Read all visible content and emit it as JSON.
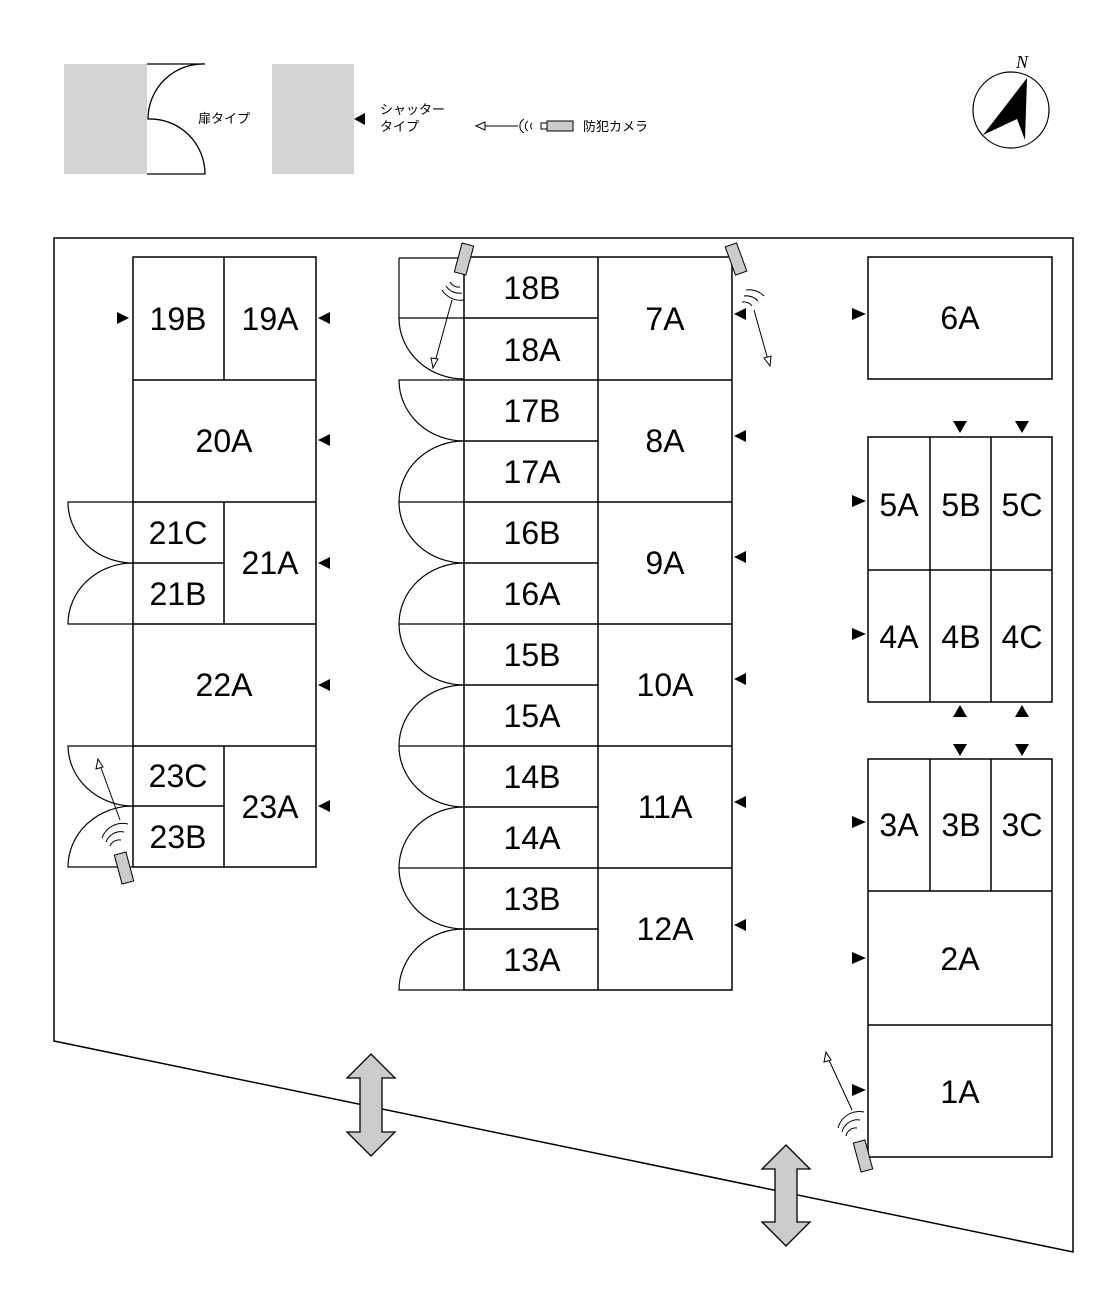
{
  "legend": {
    "door_type": "扉タイプ",
    "shutter_type_line1": "シャッター",
    "shutter_type_line2": "タイプ",
    "camera": "防犯カメラ"
  },
  "compass": {
    "north": "N"
  },
  "units": [
    {
      "id": "1A",
      "label": "1A",
      "entrance": "shutter"
    },
    {
      "id": "2A",
      "label": "2A",
      "entrance": "shutter"
    },
    {
      "id": "3A",
      "label": "3A",
      "entrance": "shutter"
    },
    {
      "id": "3B",
      "label": "3B",
      "entrance": "shutter"
    },
    {
      "id": "3C",
      "label": "3C",
      "entrance": "shutter"
    },
    {
      "id": "4A",
      "label": "4A",
      "entrance": "shutter"
    },
    {
      "id": "4B",
      "label": "4B",
      "entrance": "shutter"
    },
    {
      "id": "4C",
      "label": "4C",
      "entrance": "shutter"
    },
    {
      "id": "5A",
      "label": "5A",
      "entrance": "shutter"
    },
    {
      "id": "5B",
      "label": "5B",
      "entrance": "shutter"
    },
    {
      "id": "5C",
      "label": "5C",
      "entrance": "shutter"
    },
    {
      "id": "6A",
      "label": "6A",
      "entrance": "shutter"
    },
    {
      "id": "7A",
      "label": "7A",
      "entrance": "shutter"
    },
    {
      "id": "8A",
      "label": "8A",
      "entrance": "shutter"
    },
    {
      "id": "9A",
      "label": "9A",
      "entrance": "shutter"
    },
    {
      "id": "10A",
      "label": "10A",
      "entrance": "shutter"
    },
    {
      "id": "11A",
      "label": "11A",
      "entrance": "shutter"
    },
    {
      "id": "12A",
      "label": "12A",
      "entrance": "shutter"
    },
    {
      "id": "13A",
      "label": "13A",
      "entrance": "door"
    },
    {
      "id": "13B",
      "label": "13B",
      "entrance": "door"
    },
    {
      "id": "14A",
      "label": "14A",
      "entrance": "door"
    },
    {
      "id": "14B",
      "label": "14B",
      "entrance": "door"
    },
    {
      "id": "15A",
      "label": "15A",
      "entrance": "door"
    },
    {
      "id": "15B",
      "label": "15B",
      "entrance": "door"
    },
    {
      "id": "16A",
      "label": "16A",
      "entrance": "door"
    },
    {
      "id": "16B",
      "label": "16B",
      "entrance": "door"
    },
    {
      "id": "17A",
      "label": "17A",
      "entrance": "door"
    },
    {
      "id": "17B",
      "label": "17B",
      "entrance": "door"
    },
    {
      "id": "18A",
      "label": "18A",
      "entrance": "door"
    },
    {
      "id": "18B",
      "label": "18B",
      "entrance": "door"
    },
    {
      "id": "19A",
      "label": "19A",
      "entrance": "shutter"
    },
    {
      "id": "19B",
      "label": "19B",
      "entrance": "shutter"
    },
    {
      "id": "20A",
      "label": "20A",
      "entrance": "shutter"
    },
    {
      "id": "21A",
      "label": "21A",
      "entrance": "shutter"
    },
    {
      "id": "21B",
      "label": "21B",
      "entrance": "door"
    },
    {
      "id": "21C",
      "label": "21C",
      "entrance": "door"
    },
    {
      "id": "22A",
      "label": "22A",
      "entrance": "shutter"
    },
    {
      "id": "23A",
      "label": "23A",
      "entrance": "shutter"
    },
    {
      "id": "23B",
      "label": "23B",
      "entrance": "door"
    },
    {
      "id": "23C",
      "label": "23C",
      "entrance": "door"
    }
  ],
  "colors": {
    "legend_box": "#d4d4d4",
    "road_arrow": "#cccccc",
    "line": "#000000"
  }
}
